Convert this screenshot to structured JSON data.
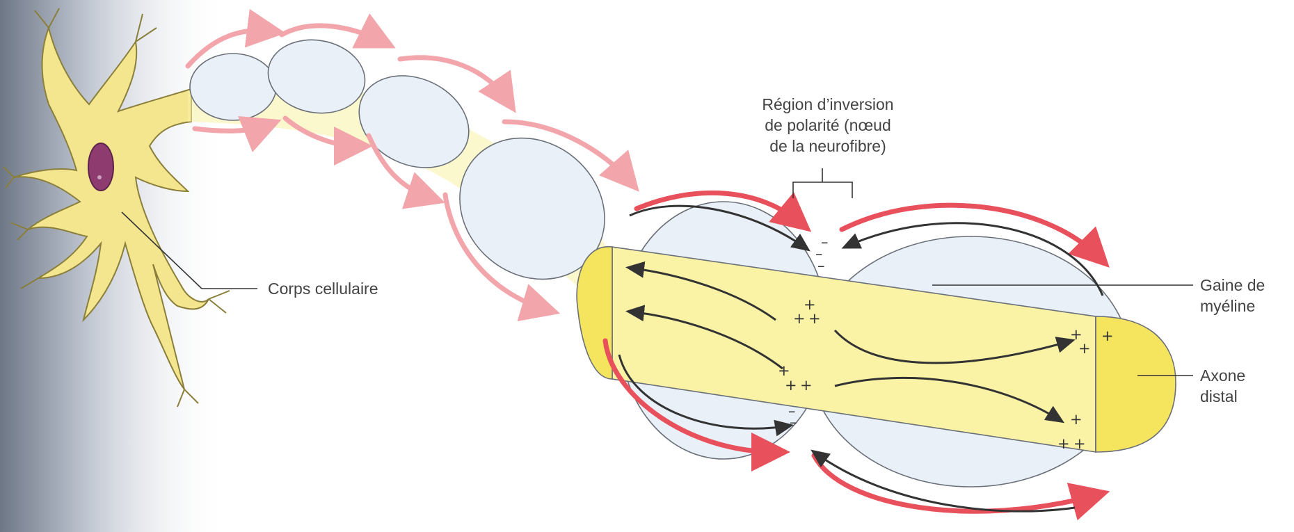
{
  "labels": {
    "cell_body": "Corps cellulaire",
    "node_region": [
      "Région d’inversion",
      "de polarité (nœud",
      "de la neurofibre)"
    ],
    "myelin_sheath": [
      "Gaine de",
      "myéline"
    ],
    "distal_axon": [
      "Axone",
      "distal"
    ]
  },
  "signs": {
    "plus": "+",
    "minus": "–"
  },
  "colors": {
    "axon_fill": "#faf3a6",
    "axon_end": "#f5e55e",
    "cell_body": "#f4e58f",
    "nucleus": "#8e3b6f",
    "myelin": "#e9f0f7",
    "current_arrow": "#e8505b",
    "ion_arrow": "#333333",
    "background_left": "#6e7786"
  }
}
